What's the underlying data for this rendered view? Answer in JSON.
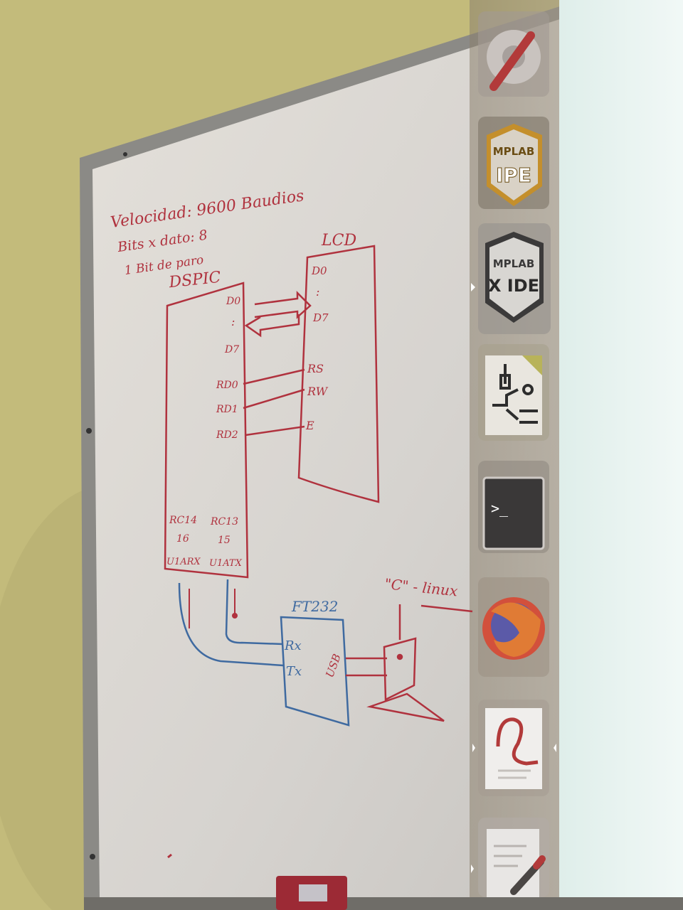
{
  "whiteboard": {
    "notes": {
      "line1": "Velocidad: 9600 Baudios",
      "line2": "Bits x dato: 8",
      "line3": "1 Bit de paro"
    },
    "dspic": {
      "title": "DSPIC",
      "pin_d0": "D0",
      "pin_dots": ":",
      "pin_d7": "D7",
      "pin_rd0": "RD0",
      "pin_rd1": "RD1",
      "pin_rd2": "RD2",
      "pin_rc14": "RC14",
      "pin_rc13": "RC13",
      "num_16": "16",
      "num_15": "15",
      "u1arx": "U1ARX",
      "u1atx": "U1ATX"
    },
    "lcd": {
      "title": "LCD",
      "pin_d0": "D0",
      "pin_dots": ":",
      "pin_d7": "D7",
      "pin_rs": "RS",
      "pin_rw": "RW",
      "pin_e": "E"
    },
    "ft232": {
      "title": "FT232",
      "rx": "Rx",
      "tx": "Tx",
      "usb": "USB"
    },
    "pc": {
      "label": "\"C\" - linux"
    }
  },
  "dock": {
    "items": [
      {
        "name": "settings-tool",
        "icon": "wrench-gear-icon"
      },
      {
        "name": "mplab-ipe",
        "line1": "MPLAB",
        "line2": "IPE"
      },
      {
        "name": "mplab-xide",
        "line1": "MPLAB",
        "line2": "X IDE"
      },
      {
        "name": "schematic-editor",
        "icon": "circuit-icon"
      },
      {
        "name": "terminal",
        "prompt": ">_"
      },
      {
        "name": "firefox",
        "icon": "firefox-icon"
      },
      {
        "name": "document-viewer",
        "icon": "document-icon"
      },
      {
        "name": "text-editor",
        "icon": "text-editor-icon"
      }
    ]
  },
  "colors": {
    "marker_red": "#b0323e",
    "marker_blue": "#3f6aa0",
    "wall": "#c2ba7a",
    "board": "#dcd9d4",
    "projection": "#eaf4f2"
  }
}
